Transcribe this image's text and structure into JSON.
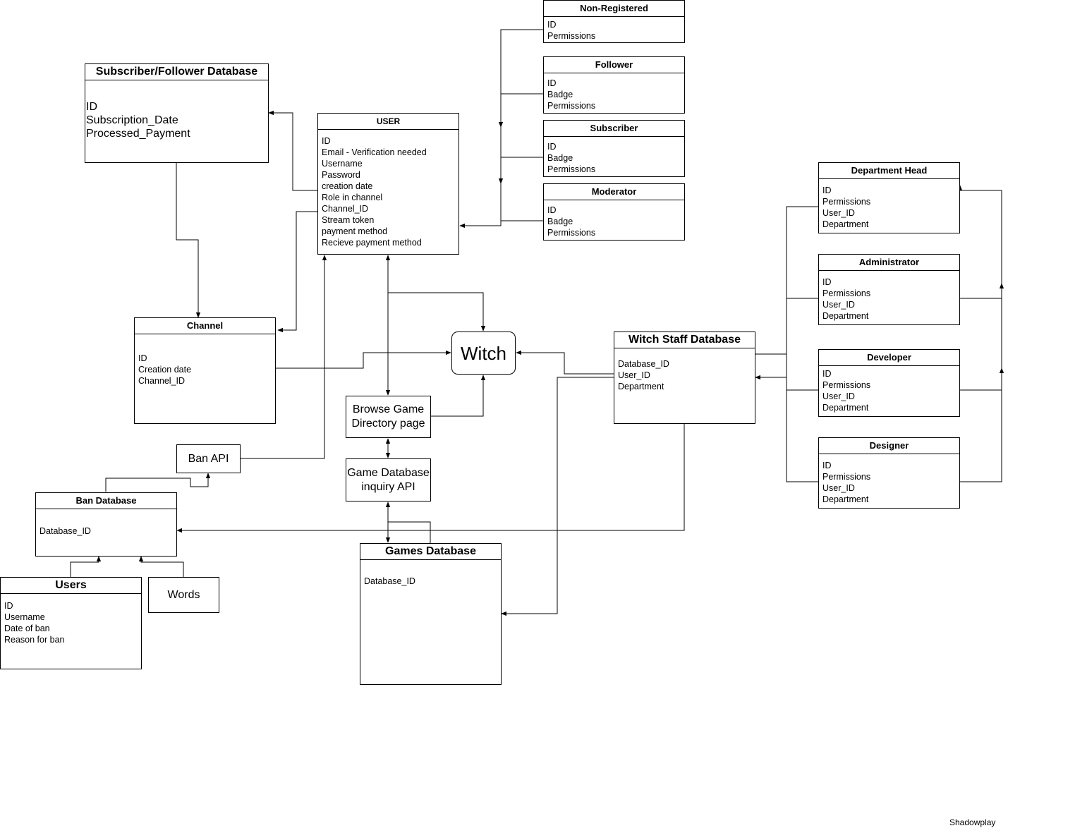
{
  "user": {
    "title": "USER",
    "fields": [
      "ID",
      "Email - Verification needed",
      "Username",
      "Password",
      "creation date",
      "Role in channel",
      "Channel_ID",
      "Stream token",
      "payment method",
      "Recieve payment method"
    ]
  },
  "subscriber_db": {
    "title": "Subscriber/Follower Database",
    "fields": [
      "ID",
      "Subscription_Date",
      "Processed_Payment"
    ]
  },
  "channel": {
    "title": "Channel",
    "fields": [
      "ID",
      "Creation date",
      "Channel_ID"
    ]
  },
  "roles": [
    {
      "title": "Non-Registered",
      "fields": [
        "ID",
        "Permissions"
      ]
    },
    {
      "title": "Follower",
      "fields": [
        "ID",
        "Badge",
        "Permissions"
      ]
    },
    {
      "title": "Subscriber",
      "fields": [
        "ID",
        "Badge",
        "Permissions"
      ]
    },
    {
      "title": "Moderator",
      "fields": [
        "ID",
        "Badge",
        "Permissions"
      ]
    }
  ],
  "staff_roles": [
    {
      "title": "Department Head",
      "fields": [
        "ID",
        "Permissions",
        "User_ID",
        "Department"
      ]
    },
    {
      "title": "Administrator",
      "fields": [
        "ID",
        "Permissions",
        "User_ID",
        "Department"
      ]
    },
    {
      "title": "Developer",
      "fields": [
        "ID",
        "Permissions",
        "User_ID",
        "Department"
      ]
    },
    {
      "title": "Designer",
      "fields": [
        "ID",
        "Permissions",
        "User_ID",
        "Department"
      ]
    }
  ],
  "witch_staff_db": {
    "title": "Witch Staff Database",
    "fields": [
      "Database_ID",
      "User_ID",
      "Department"
    ]
  },
  "witch": {
    "label": "Witch"
  },
  "browse": {
    "label": "Browse Game Directory page"
  },
  "game_api": {
    "label": "Game Database inquiry API"
  },
  "games_db": {
    "title": "Games Database",
    "fields": [
      "Database_ID"
    ]
  },
  "ban_api": {
    "label": "Ban API"
  },
  "ban_db": {
    "title": "Ban Database",
    "fields": [
      "Database_ID"
    ]
  },
  "ban_users": {
    "title": "Users",
    "fields": [
      "ID",
      "Username",
      "Date of ban",
      "Reason for ban"
    ]
  },
  "words": {
    "label": "Words"
  },
  "footer": {
    "label": "Shadowplay"
  }
}
